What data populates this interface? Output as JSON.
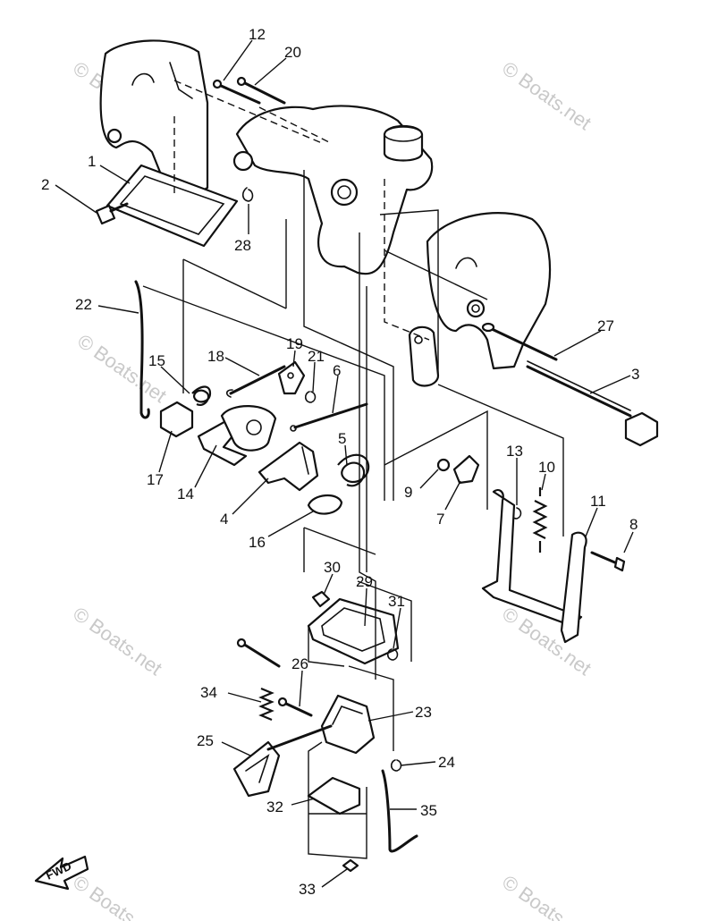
{
  "watermark": "© Boats.net",
  "direction_label": "FWD",
  "callouts": {
    "p1": "1",
    "p2": "2",
    "p3": "3",
    "p4": "4",
    "p5": "5",
    "p6": "6",
    "p7": "7",
    "p8": "8",
    "p9": "9",
    "p10": "10",
    "p11": "11",
    "p12": "12",
    "p13": "13",
    "p14": "14",
    "p15": "15",
    "p16": "16",
    "p17": "17",
    "p18": "18",
    "p19": "19",
    "p20": "20",
    "p21": "21",
    "p22": "22",
    "p23": "23",
    "p24": "24",
    "p25": "25",
    "p26": "26",
    "p27": "27",
    "p28": "28",
    "p29": "29",
    "p30": "30",
    "p31": "31",
    "p32": "32",
    "p33": "33",
    "p34": "34",
    "p35": "35"
  },
  "colors": {
    "line": "#111111",
    "background": "#ffffff",
    "watermark": "#c9c9c9"
  }
}
